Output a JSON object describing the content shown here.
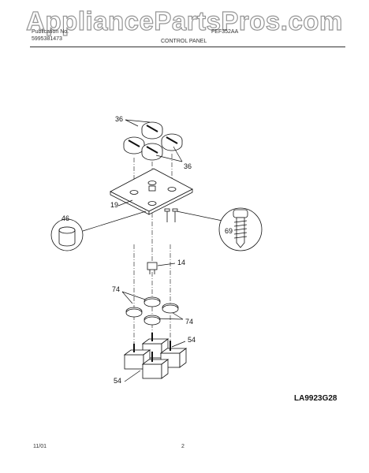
{
  "watermark": "AppliancePartsPros.com",
  "header": {
    "publication_label": "Publication No.",
    "publication_number": "5995381473",
    "model_number": "FEF352AA",
    "section_title": "CONTROL PANEL"
  },
  "callouts": {
    "c36_top": "36",
    "c36_right": "36",
    "c19": "19",
    "c46": "46",
    "c69": "69",
    "c14": "14",
    "c74_left": "74",
    "c74_right": "74",
    "c54_right": "54",
    "c54_left": "54"
  },
  "diagram_code": "LA9923G28",
  "footer": {
    "date": "11/01",
    "page": "2"
  },
  "colors": {
    "line": "#111111",
    "watermark_stroke": "#8a8a8a"
  }
}
